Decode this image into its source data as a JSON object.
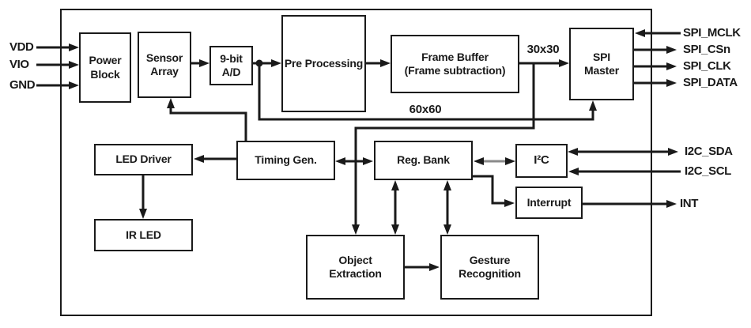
{
  "blocks": {
    "power_block": {
      "label": "Power\nBlock"
    },
    "sensor_array": {
      "label": "Sensor\nArray"
    },
    "adc": {
      "label": "9-bit\nA/D"
    },
    "pre_processing": {
      "label": "Pre Processing"
    },
    "frame_buffer": {
      "label": "Frame Buffer\n(Frame subtraction)"
    },
    "spi_master": {
      "label": "SPI\nMaster"
    },
    "led_driver": {
      "label": "LED Driver"
    },
    "timing_gen": {
      "label": "Timing Gen."
    },
    "reg_bank": {
      "label": "Reg. Bank"
    },
    "i2c": {
      "label": "I²C"
    },
    "interrupt": {
      "label": "Interrupt"
    },
    "ir_led": {
      "label": "IR LED"
    },
    "object_extraction": {
      "label": "Object\nExtraction"
    },
    "gesture_recognition": {
      "label": "Gesture\nRecognition"
    }
  },
  "pins": {
    "left": [
      {
        "label": "VDD",
        "direction": "input"
      },
      {
        "label": "VIO",
        "direction": "input"
      },
      {
        "label": "GND",
        "direction": "input"
      }
    ],
    "right": [
      {
        "label": "SPI_MCLK",
        "direction": "input"
      },
      {
        "label": "SPI_CSn",
        "direction": "output"
      },
      {
        "label": "SPI_CLK",
        "direction": "output"
      },
      {
        "label": "SPI_DATA",
        "direction": "output"
      },
      {
        "label": "I2C_SDA",
        "direction": "bidirectional"
      },
      {
        "label": "I2C_SCL",
        "direction": "input"
      },
      {
        "label": "INT",
        "direction": "output"
      }
    ]
  },
  "edge_labels": {
    "frame_buffer_to_spi": "30x30",
    "adc_to_spi": "60x60"
  },
  "colors": {
    "line": "#1a1a1a",
    "box_border": "#1a1a1a",
    "text": "#1a1a1a",
    "background": "#ffffff",
    "i2c_bus_line": "#8a8a8a"
  }
}
